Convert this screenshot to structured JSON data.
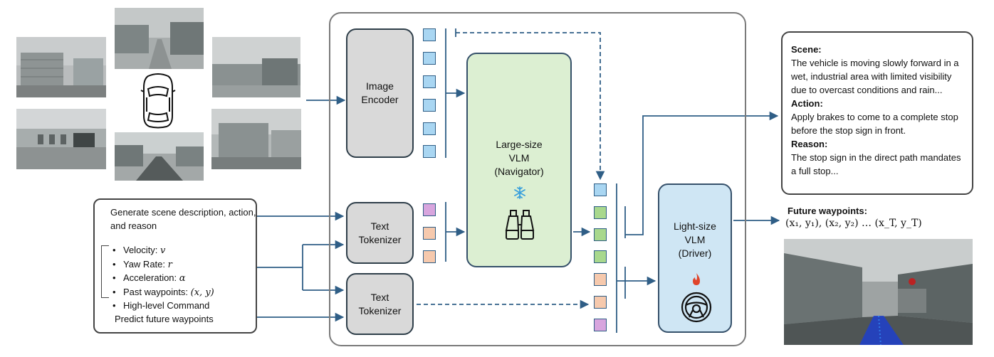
{
  "colors": {
    "arrow": "#2f5e86",
    "image_token": "#a9d6f2",
    "text_token": "#f6c9ad",
    "command_token": "#d8a5de",
    "navigator_token": "#a8d88d",
    "encoder_box": "#d9d9d9",
    "navigator_box": "#dcefd2",
    "driver_box": "#cfe6f4"
  },
  "icons": {
    "car": "car-top-view-icon",
    "frozen": "snowflake-icon",
    "navigator": "binoculars-icon",
    "trainable": "flame-icon",
    "driver": "steering-wheel-icon"
  },
  "modules": {
    "image_encoder": "Image\nEncoder",
    "text_tokenizer_1": "Text\nTokenizer",
    "text_tokenizer_2": "Text\nTokenizer",
    "navigator": "Large-size\nVLM\n(Navigator)",
    "driver": "Light-size\nVLM\n(Driver)"
  },
  "prompt": {
    "instruction": "Generate scene description, action, and reason",
    "items": [
      {
        "label": "Velocity: ",
        "var": "v"
      },
      {
        "label": "Yaw Rate: ",
        "var": "r"
      },
      {
        "label": "Acceleration: ",
        "var": "α"
      },
      {
        "label": "Past waypoints: ",
        "var": "(x, y)"
      },
      {
        "label": "High-level Command",
        "var": ""
      }
    ],
    "predict": "Predict future waypoints"
  },
  "output": {
    "scene_label": "Scene:",
    "scene_text": "The vehicle is moving slowly forward in a wet, industrial area with limited visibility due to overcast conditions and rain...",
    "action_label": "Action:",
    "action_text": "Apply brakes to come to a complete stop before the stop sign in front.",
    "reason_label": "Reason:",
    "reason_text": "The stop sign in the direct path mandates a full stop..."
  },
  "waypoints": {
    "title": "Future waypoints:",
    "expression": "(x₁, y₁), (x₂, y₂) … (x_T, y_T)"
  }
}
